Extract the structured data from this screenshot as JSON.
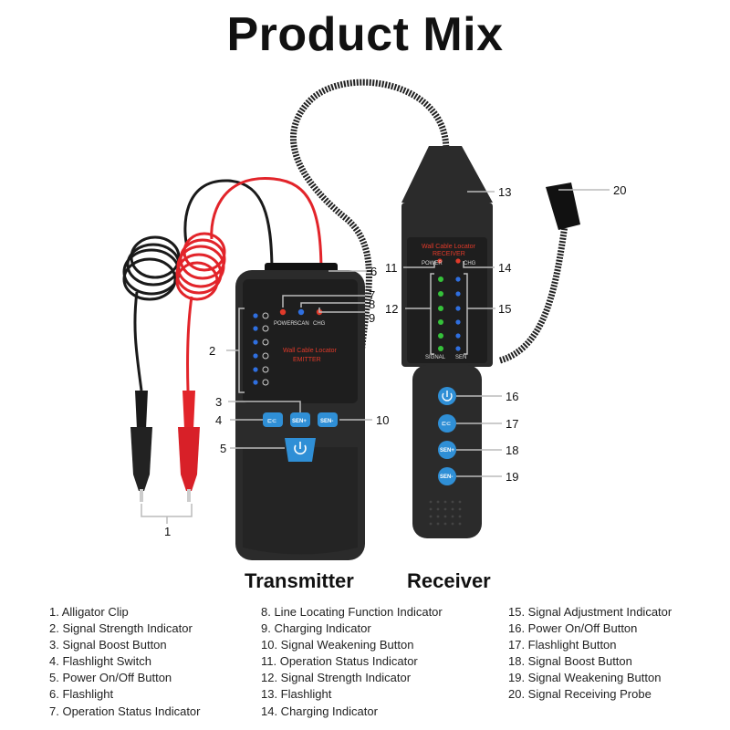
{
  "title": "Product Mix",
  "captions": {
    "transmitter": "Transmitter",
    "receiver": "Receiver"
  },
  "transmitter_panel": {
    "power_label": "POWER",
    "scan_label": "SCAN",
    "chg_label": "CHG",
    "brand_line": "Wall Cable Locator",
    "model_line": "EMITTER",
    "sen_plus": "SEN+",
    "sen_minus": "SEN-"
  },
  "receiver_panel": {
    "brand_line": "Wall Cable Locator",
    "model_line": "RECEIVER",
    "power_label": "POWER",
    "chg_label": "CHG",
    "signal_label": "SIGNAL",
    "sen_label": "SEN",
    "sen_plus": "SEN+",
    "sen_minus": "SEN-"
  },
  "callouts": [
    "1",
    "2",
    "3",
    "4",
    "5",
    "6",
    "7",
    "8",
    "9",
    "10",
    "11",
    "12",
    "13",
    "14",
    "15",
    "16",
    "17",
    "18",
    "19",
    "20"
  ],
  "legend": [
    [
      "1. Alligator Clip",
      "2. Signal Strength Indicator",
      "3. Signal Boost Button",
      "4. Flashlight Switch",
      "5. Power On/Off Button",
      "6. Flashlight",
      "7. Operation Status Indicator"
    ],
    [
      "8. Line Locating Function Indicator",
      "9. Charging Indicator",
      "10. Signal Weakening Button",
      "11. Operation Status Indicator",
      "12. Signal Strength Indicator",
      "13. Flashlight",
      "14. Charging Indicator"
    ],
    [
      "15. Signal Adjustment Indicator",
      "16. Power On/Off Button",
      "17. Flashlight Button",
      "18. Signal Boost Button",
      "19. Signal Weakening Button",
      "20. Signal Receiving Probe"
    ]
  ],
  "colors": {
    "device_body": "#2b2b2b",
    "button_blue": "#2f8fd6",
    "led_blue": "#2f6fe0",
    "led_green": "#35c23a",
    "led_red": "#e03a2a",
    "wire_red": "#e2242a",
    "wire_black": "#1a1a1a"
  }
}
